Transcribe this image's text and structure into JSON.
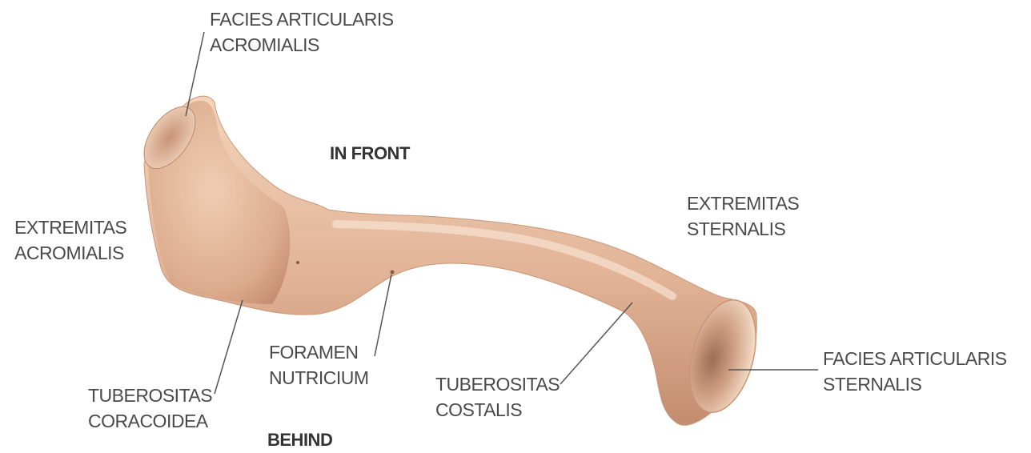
{
  "labels": {
    "facies_articularis_acromialis": {
      "line1": "FACIES ARTICULARIS",
      "line2": "ACROMIALIS"
    },
    "in_front": "IN FRONT",
    "extremitas_sternalis": {
      "line1": "EXTREMITAS",
      "line2": "STERNALIS"
    },
    "extremitas_acromialis": {
      "line1": "EXTREMITAS",
      "line2": "ACROMIALIS"
    },
    "foramen_nutricium": {
      "line1": "FORAMEN",
      "line2": "NUTRICIUM"
    },
    "facies_articularis_sternalis": {
      "line1": "FACIES ARTICULARIS",
      "line2": "STERNALIS"
    },
    "tuberositas_coracoidea": {
      "line1": "TUBEROSITAS",
      "line2": "CORACOIDEA"
    },
    "tuberositas_costalis": {
      "line1": "TUBEROSITAS",
      "line2": "COSTALIS"
    },
    "behind": "BEHIND"
  },
  "colors": {
    "bone_light": "#f0cdb1",
    "bone_mid": "#dba789",
    "bone_dark": "#b97f62",
    "leader_line": "#555555",
    "text": "#4a4a4a"
  }
}
